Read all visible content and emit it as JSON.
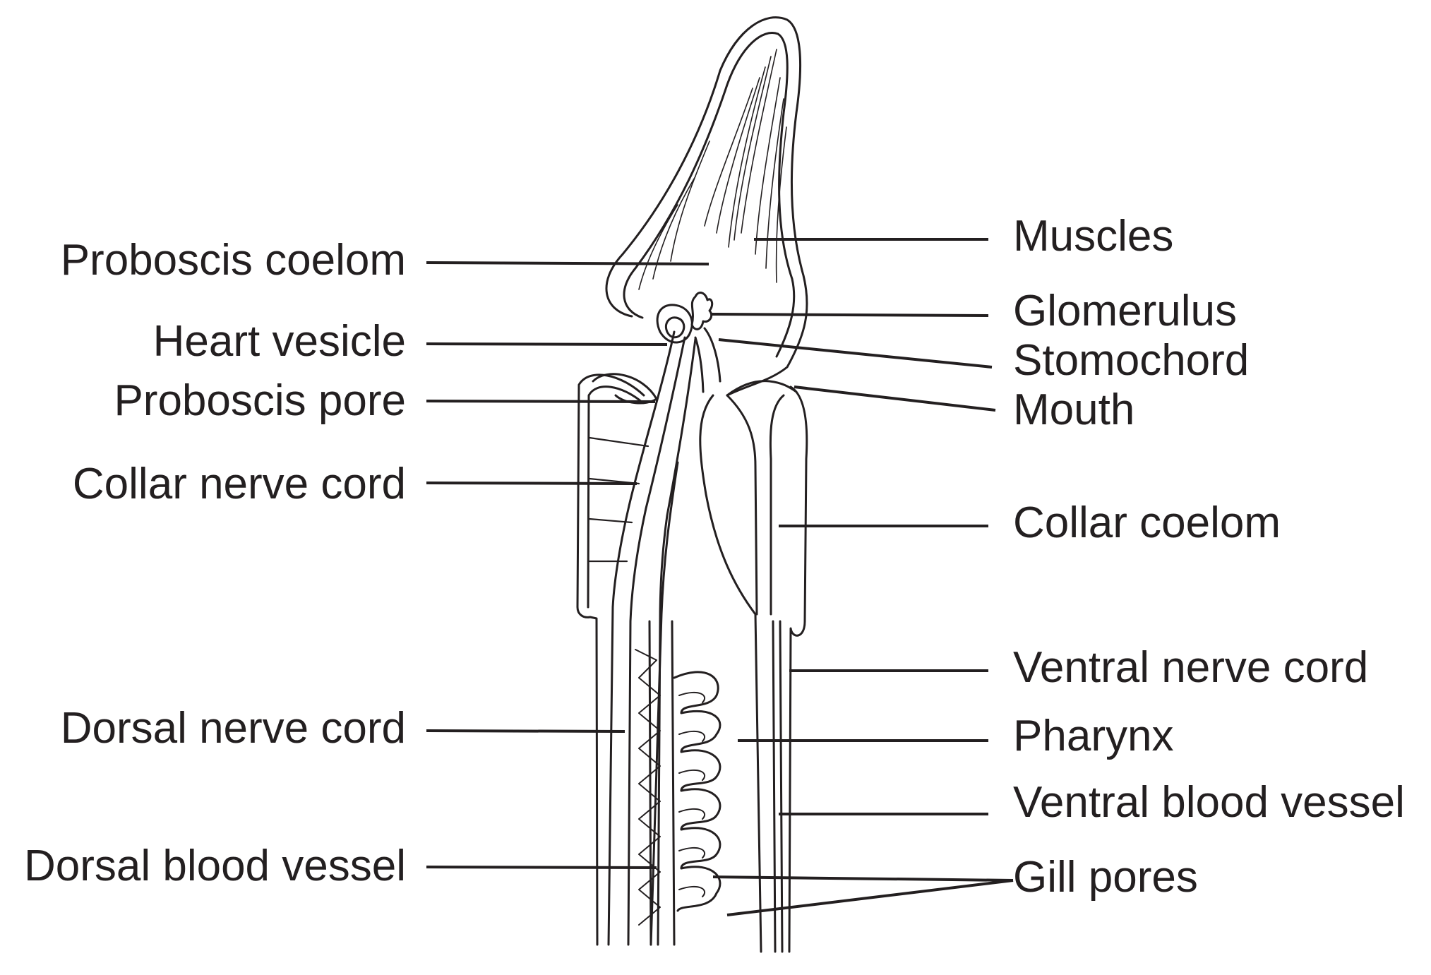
{
  "labels": {
    "left": [
      "Proboscis coelom",
      "Heart vesicle",
      "Proboscis pore",
      "Collar nerve cord",
      "Dorsal nerve cord",
      "Dorsal blood vessel"
    ],
    "right": [
      "Muscles",
      "Glomerulus",
      "Stomochord",
      "Mouth",
      "Collar coelom",
      "Ventral nerve cord",
      "Pharynx",
      "Ventral blood vessel",
      "Gill pores"
    ]
  },
  "colors": {
    "ink": "#231f20",
    "background": "#ffffff"
  }
}
